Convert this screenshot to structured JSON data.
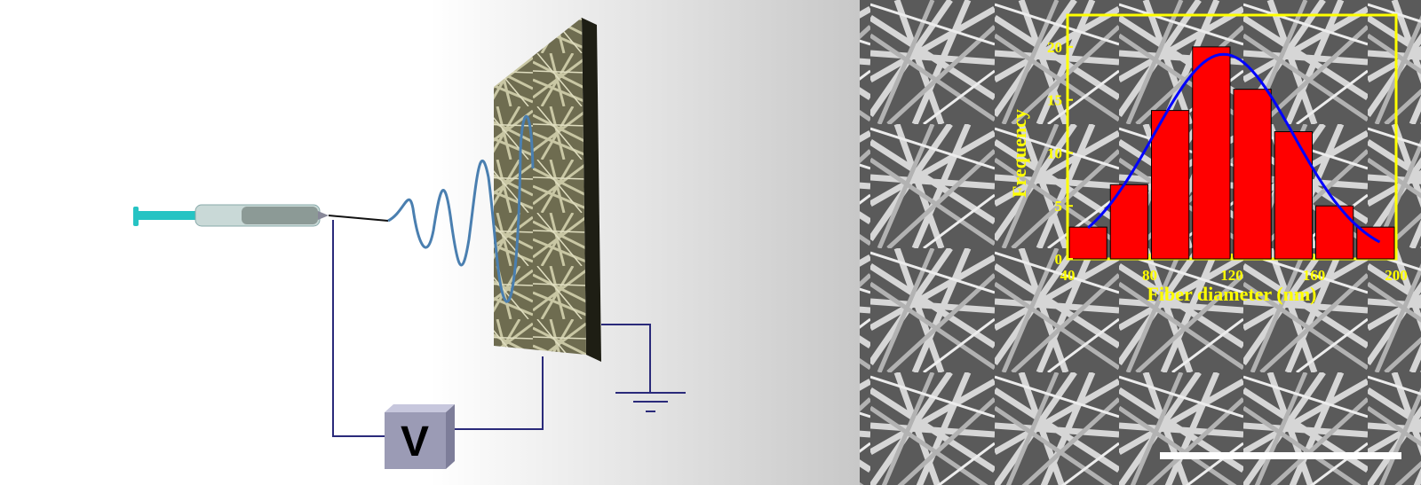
{
  "diagram": {
    "voltage_label": "V",
    "colors": {
      "wire": "#2a2a7a",
      "syringe": "#26c3c3",
      "jet": "#4a7fb0",
      "collector": "#8c8a66",
      "inset_frame": "#ffff00",
      "bar": "#ff0000",
      "fit_curve": "#0000ff",
      "scale_bar": "#ffffff"
    }
  },
  "chart_data": {
    "type": "bar",
    "xlabel": "Fiber diameter (nm)",
    "ylabel": "Frequency",
    "xlim": [
      40,
      200
    ],
    "ylim": [
      0,
      23
    ],
    "xticks": [
      40,
      80,
      120,
      160,
      200
    ],
    "yticks": [
      0,
      5,
      10,
      15,
      20
    ],
    "bin_width": 20,
    "bin_centers": [
      50,
      70,
      90,
      110,
      130,
      150,
      170,
      190
    ],
    "values": [
      3,
      7,
      14,
      20,
      16,
      12,
      5,
      3
    ],
    "fit": {
      "type": "gaussian",
      "peak_x": 116,
      "peak_y": 19.3,
      "sigma": 34
    }
  }
}
